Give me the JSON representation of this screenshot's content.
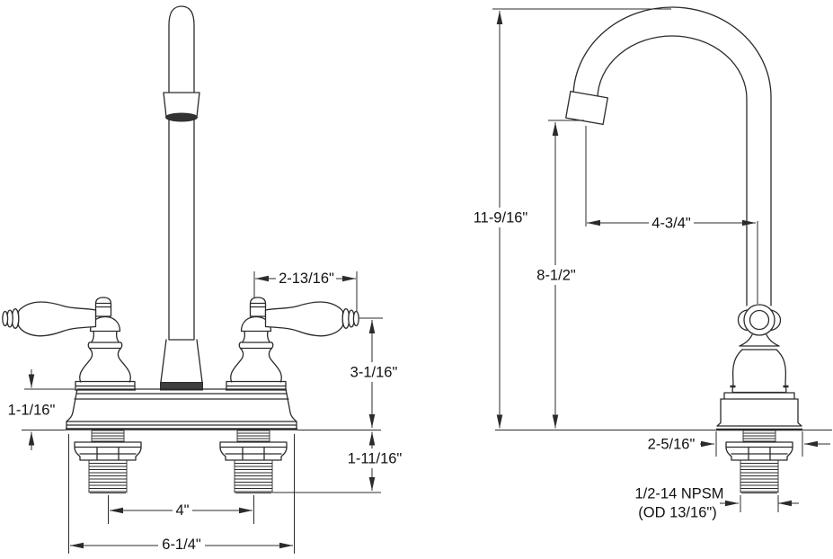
{
  "drawing": {
    "kind": "faucet-dimension-diagram",
    "background": "#ffffff",
    "line_color": "#2b2b2b"
  },
  "dimensions": {
    "front": {
      "handle_width": "2-13/16\"",
      "handle_height": "3-1/16\"",
      "deck_height": "1-1/16\"",
      "shank_exposure": "1-11/16\"",
      "faucet_centers": "4\"",
      "overall_width": "6-1/4\""
    },
    "side": {
      "overall_height": "11-9/16\"",
      "spout_height": "8-1/2\"",
      "spout_reach": "4-3/4\"",
      "body_width": "2-5/16\"",
      "thread_spec": "1/2-14 NPSM",
      "thread_od": "(OD 13/16\")"
    }
  }
}
